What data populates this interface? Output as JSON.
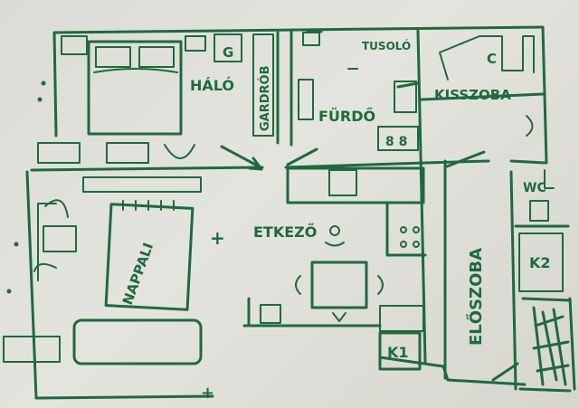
{
  "rooms": {
    "halo": "HÁLÓ",
    "gardrob": "GARDRÓB",
    "tusolo": "TUSOLÓ",
    "furdo": "FÜRDŐ",
    "kisszoba": "KISSZOBA",
    "nappali": "NAPPALI",
    "etkezo": "ETKEZŐ",
    "wc": "WC",
    "eloszoba": "ELŐSZOBA",
    "k1": "K1",
    "k2": "K2",
    "g": "G",
    "c": "C",
    "plus": "+"
  }
}
